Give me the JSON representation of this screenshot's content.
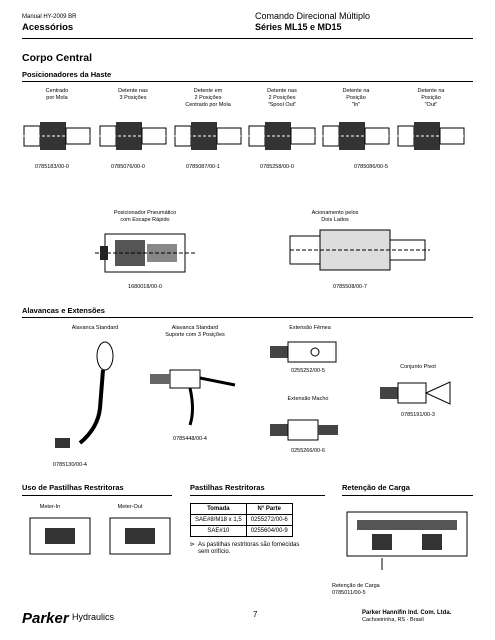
{
  "header": {
    "manual": "Manual HY-2009 BR",
    "section": "Acessórios",
    "product": "Comando Direcional Múltiplo",
    "series": "Séries ML15 e MD15"
  },
  "corpo_central": {
    "title": "Corpo Central",
    "positioners_title": "Posicionadores da Haste",
    "positioners": [
      {
        "label": "Centrado\npor Mola",
        "code": "0785183/00-0"
      },
      {
        "label": "Detente nas\n3 Posições",
        "code": "0785076/00-0"
      },
      {
        "label": "Detente em\n2 Posições\nCentrado por Mola",
        "code": "0785087/00-1"
      },
      {
        "label": "Detente nas\n2 Posições\n\"Spool Out\"",
        "code": "0785258/00-0"
      },
      {
        "label": "Detente na\nPosição\n\"In\"",
        "code": "0785086/00-5"
      },
      {
        "label": "Detente na\nPosição\n\"Out\"",
        "code": ""
      }
    ],
    "pneumatic": {
      "label": "Posicionador Pneumático\ncom Escape Rápido",
      "code": "1680018/00-0"
    },
    "dual": {
      "label": "Acionamento pelos\nDois Lados",
      "code": "0785508/00-7"
    }
  },
  "alavancas": {
    "title": "Alavancas e Extensões",
    "standard": {
      "label": "Alavanca Standard",
      "code": "0785130/00-4"
    },
    "standard_support": {
      "label": "Alavanca Standard\nSuporte com 3 Posições",
      "code": "0785448/00-4"
    },
    "ext_female": {
      "label": "Extensão Fêmea",
      "code": "0255252/00-5"
    },
    "ext_male": {
      "label": "Extensão Macho",
      "code": "0255266/00-6"
    },
    "pivot": {
      "label": "Conjunto Pivot",
      "code": "0785191/00-3"
    }
  },
  "restritoras": {
    "title": "Uso de Pastilhas Restritoras",
    "meter_in": "Meter-In",
    "meter_out": "Meter-Out"
  },
  "pastilhas": {
    "title": "Pastilhas Restritoras",
    "headers": [
      "Tomada",
      "N° Parte"
    ],
    "rows": [
      [
        "SAE#8/M18 x 1,5",
        "0255272/00-6"
      ],
      [
        "SAE#10",
        "0255604/00-9"
      ]
    ],
    "note": "As pastilhas restritoras são fornecidas\nsem orifício."
  },
  "retencao": {
    "title": "Retenção de Carga",
    "label": "Retenção de Carga",
    "code": "0785011/00-5"
  },
  "footer": {
    "brand": "Parker",
    "division": "Hydraulics",
    "page": "7",
    "company": "Parker Hannifin Ind. Com. Ltda.",
    "city": "Cachoeirinha, RS - Brasil"
  }
}
